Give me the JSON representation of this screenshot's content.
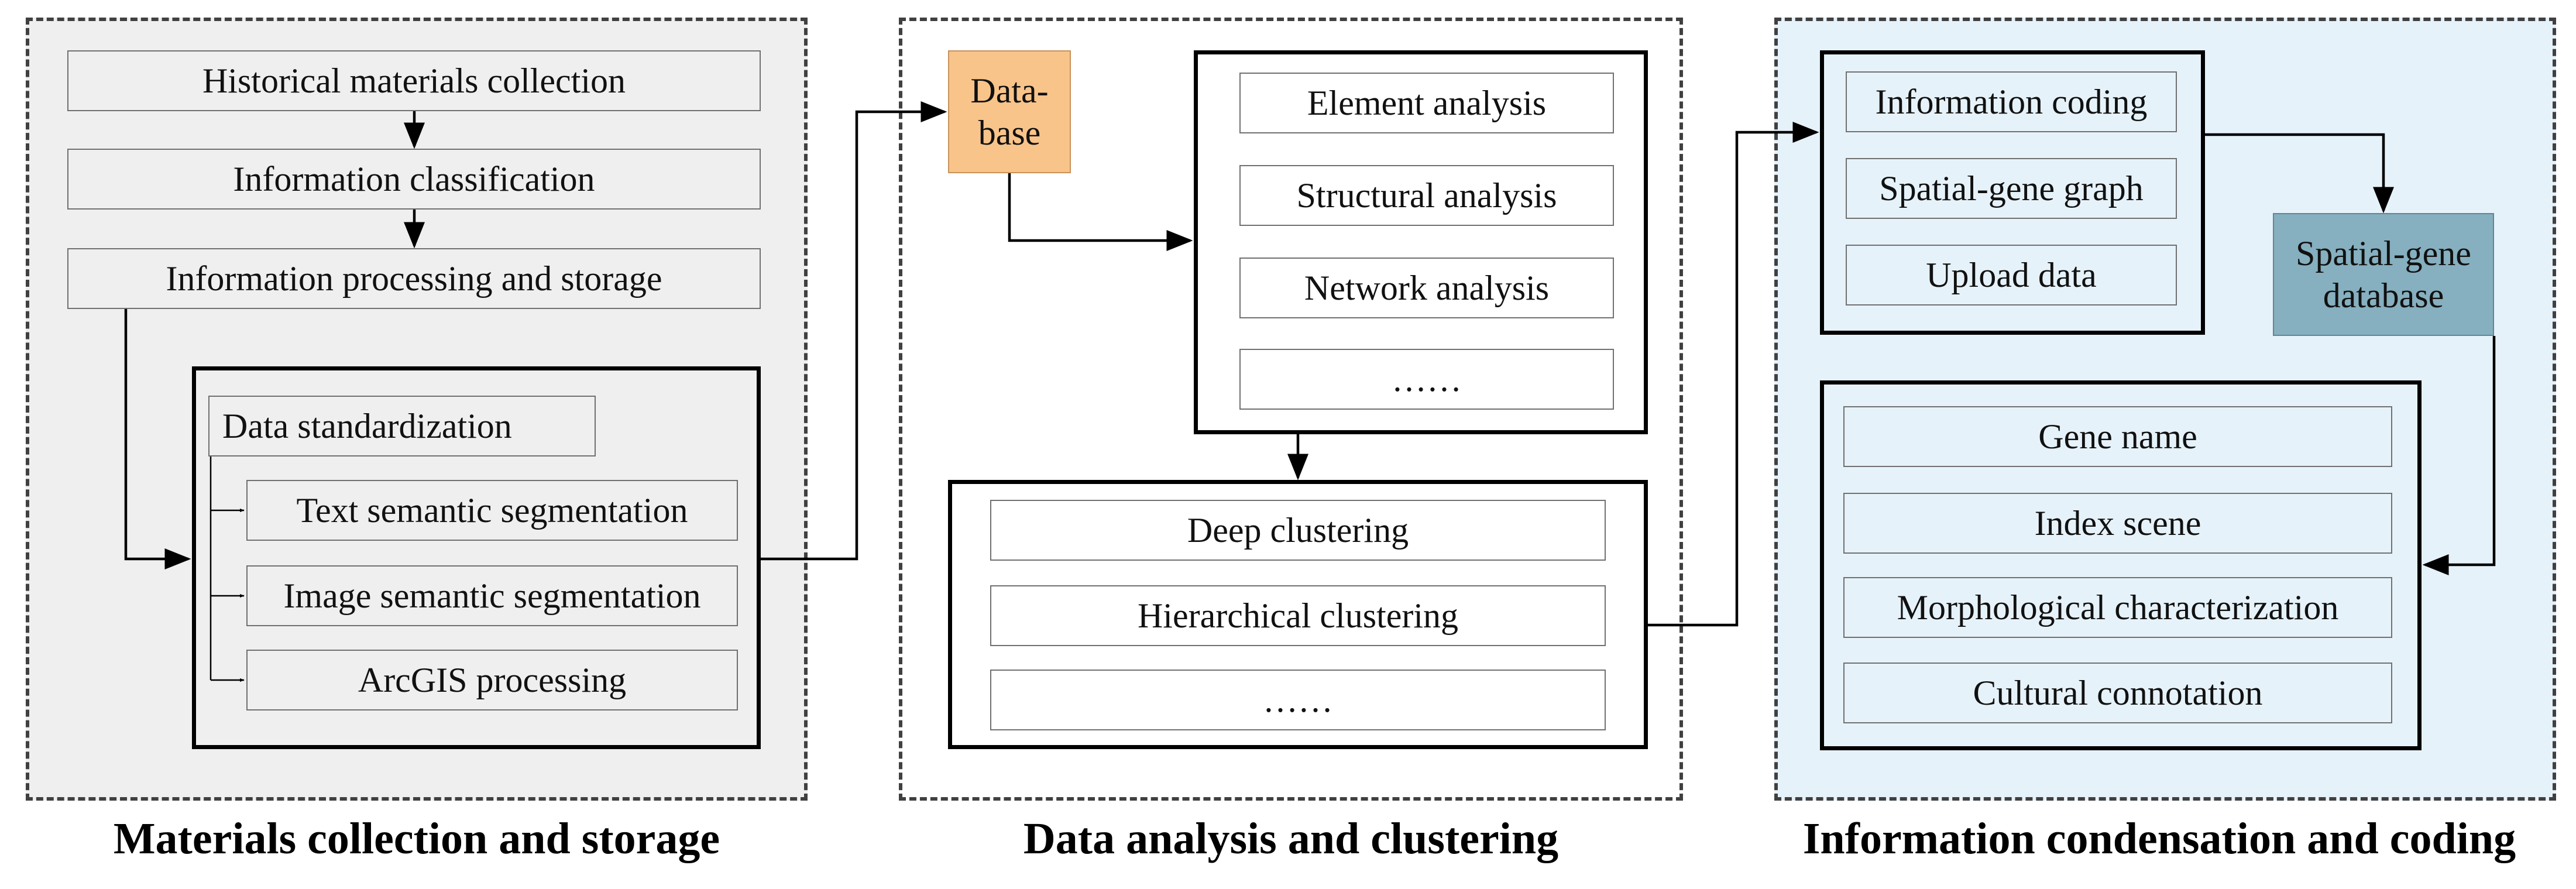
{
  "panels": {
    "left": {
      "title": "Materials collection and storage",
      "bg_color": "#efefef",
      "steps": [
        "Historical materials collection",
        "Information classification",
        "Information processing and storage"
      ],
      "processing": {
        "header": "Data standardization",
        "items": [
          "Text semantic segmentation",
          "Image semantic segmentation",
          "ArcGIS processing"
        ]
      }
    },
    "middle": {
      "title": "Data analysis and clustering",
      "database": {
        "line1": "Data-",
        "line2": "base",
        "color": "#f8c48a"
      },
      "analysis": [
        "Element analysis",
        "Structural analysis",
        "Network analysis",
        "……"
      ],
      "clustering": [
        "Deep clustering",
        "Hierarchical clustering",
        "……"
      ]
    },
    "right": {
      "title": "Information condensation and coding",
      "bg_color": "#e6f2f9",
      "coding": [
        "Information coding",
        "Spatial-gene graph",
        "Upload data"
      ],
      "gene_database": {
        "line1": "Spatial-gene",
        "line2": "database",
        "color": "#86afbf"
      },
      "attributes": [
        "Gene name",
        "Index scene",
        "Morphological characterization",
        "Cultural connotation"
      ]
    }
  }
}
